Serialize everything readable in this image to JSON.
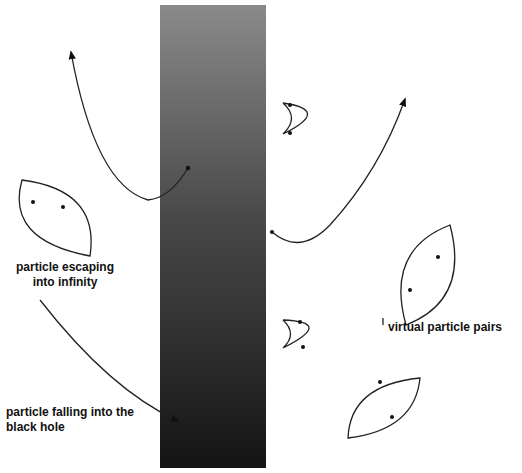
{
  "diagram": {
    "labels": [
      "particle escaping into infinity",
      "virtual particle pairs",
      "particle falling into the black hole"
    ]
  }
}
